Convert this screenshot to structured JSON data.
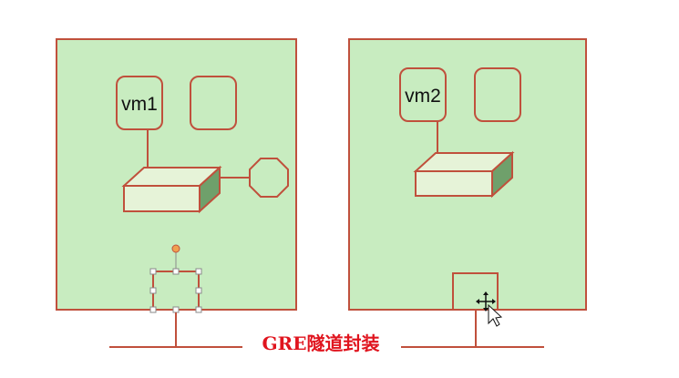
{
  "colors": {
    "panel_fill": "#c8ecc0",
    "outline": "#c0503c",
    "box_fill": "#e6f3d8",
    "box_side": "#6fa06b",
    "selection_handle": "#8a8a8a",
    "rotate_handle": "#f0a050",
    "caption": "#e0141e"
  },
  "hosts": [
    {
      "vm_label": "vm1"
    },
    {
      "vm_label": "vm2"
    }
  ],
  "caption": "GRE隧道封装",
  "icons": {
    "cursor": "move-cursor-icon"
  }
}
